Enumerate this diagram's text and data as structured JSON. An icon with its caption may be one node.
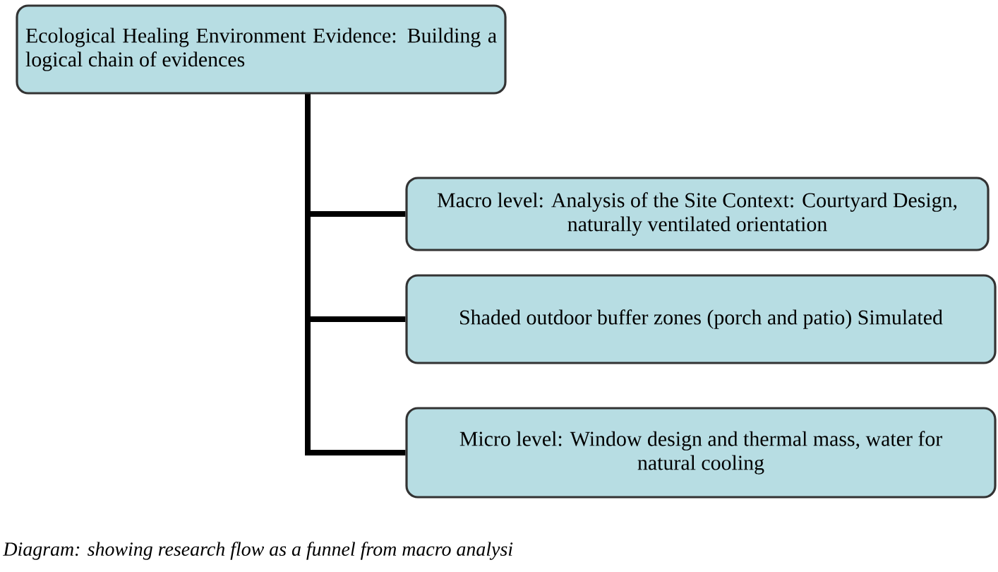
{
  "diagram": {
    "caption": "Diagram: showing research flow as a funnel from macro analysi",
    "nodes": [
      {
        "text": [
          "Ecological Healing Environment Evidence: Building a logical chain of evidences"
        ]
      },
      {
        "text": [
          "Macro level: Analysis of the Site Context: Courtyard Design, naturally ventilated orientation"
        ]
      },
      {
        "text": [
          "Shaded outdoor buffer zones (porch and patio) Simulated"
        ]
      },
      {
        "text": [
          "Micro level: Window design and thermal mass, water for natural cooling"
        ]
      }
    ],
    "edges": [
      {
        "from": 0,
        "to": 1,
        "arrow": "none"
      },
      {
        "from": 0,
        "to": 2,
        "arrow": "none"
      },
      {
        "from": 0,
        "to": 3,
        "arrow": "none"
      }
    ]
  }
}
